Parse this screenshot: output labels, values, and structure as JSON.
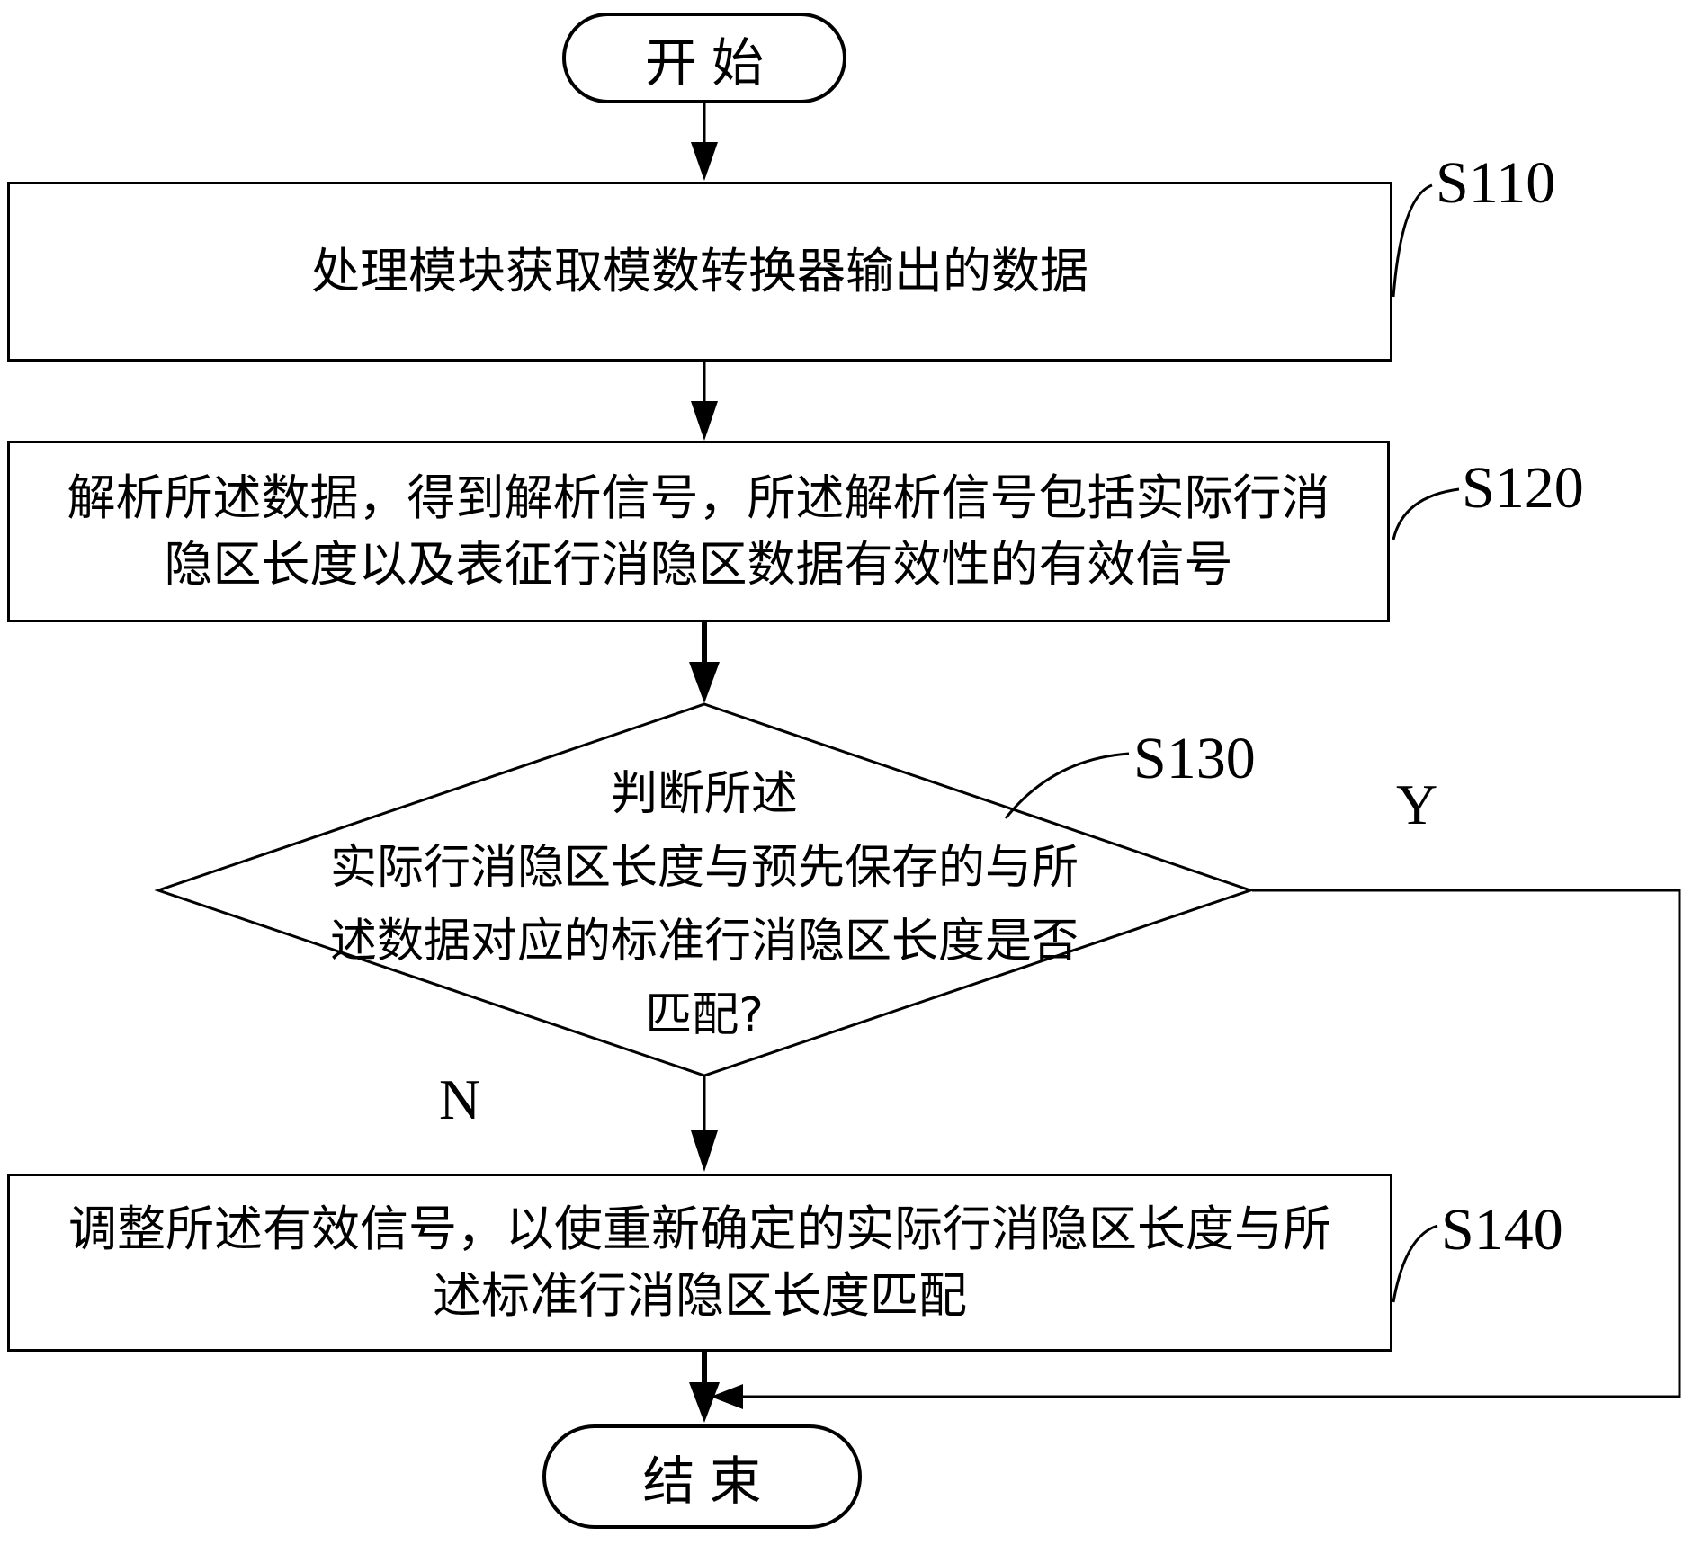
{
  "flow": {
    "start_label": "开始",
    "end_label": "结束",
    "yes_label": "Y",
    "no_label": "N",
    "s110": {
      "label": "S110",
      "text": "处理模块获取模数转换器输出的数据"
    },
    "s120": {
      "label": "S120",
      "line1": "解析所述数据，得到解析信号，所述解析信号包括实际行消",
      "line2": "隐区长度以及表征行消隐区数据有效性的有效信号"
    },
    "s130": {
      "label": "S130",
      "line1": "判断所述",
      "line2": "实际行消隐区长度与预先保存的与所",
      "line3": "述数据对应的标准行消隐区长度是否",
      "line4": "匹配?"
    },
    "s140": {
      "label": "S140",
      "line1": "调整所述有效信号，以使重新确定的实际行消隐区长度与所",
      "line2": "述标准行消隐区长度匹配"
    }
  }
}
